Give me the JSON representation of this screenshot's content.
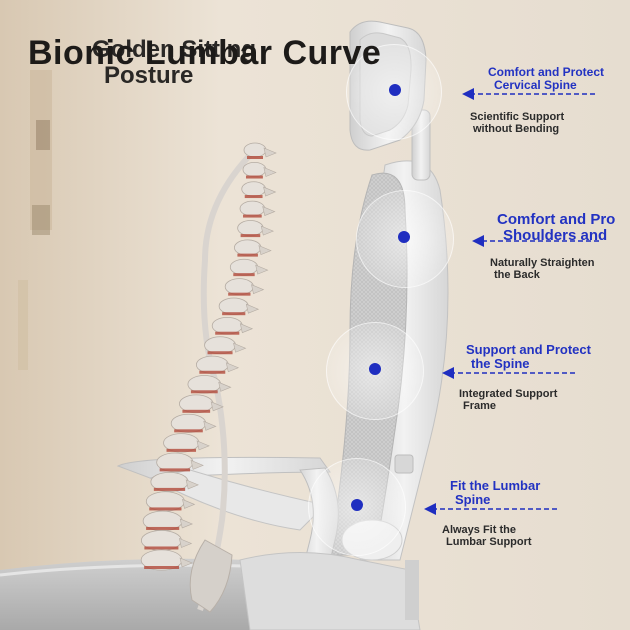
{
  "image": {
    "title": "Bionic Lumbar Curve",
    "subtitle_line1": "Golden Sitting",
    "subtitle_line2": "Posture",
    "accent_color": "#1f2ec0",
    "callouts": [
      {
        "heading_line1": "Comfort and Protect",
        "heading_line2": "Cervical Spine",
        "note_line1": "Scientific Support",
        "note_line2": "without Bending"
      },
      {
        "heading_line1": "Comfort and Pro",
        "heading_line2": "Shoulders and",
        "note_line1": "Naturally Straighten",
        "note_line2": "the Back"
      },
      {
        "heading_line1": "Support and Protect",
        "heading_line2": "the Spine",
        "note_line1": "Integrated Support",
        "note_line2": "Frame"
      },
      {
        "heading_line1": "Fit the Lumbar",
        "heading_line2": "Spine",
        "note_line1": "Always Fit the",
        "note_line2": "Lumbar Support"
      }
    ]
  }
}
